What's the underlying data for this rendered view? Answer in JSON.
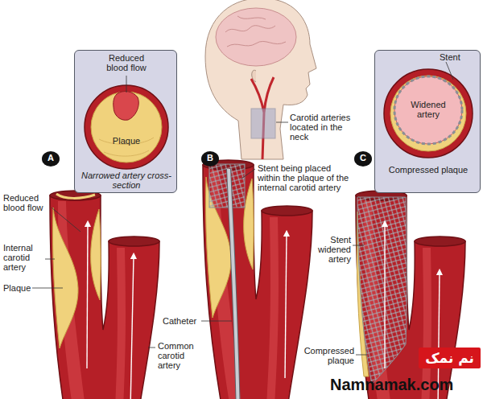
{
  "diagram": {
    "nodes": [
      {
        "text": [
          "Reduced blood flow",
          "Plaque",
          "Narrowed artery cross-section"
        ]
      },
      {
        "text": [
          "Stent",
          "Widened artery",
          "Compressed plaque"
        ]
      },
      {
        "text": [
          "A"
        ]
      },
      {
        "text": [
          "B"
        ]
      },
      {
        "text": [
          "C"
        ]
      },
      {
        "text": [
          "نم نمک"
        ]
      }
    ],
    "labels": [
      "Carotid arteries located in the neck",
      "Reduced blood flow",
      "Internal carotid artery",
      "Plaque",
      "Stent being placed within the plaque of the internal carotid artery",
      "Stent widened artery",
      "Catheter",
      "Common carotid artery",
      "Compressed plaque",
      "Namnamak.com"
    ]
  }
}
